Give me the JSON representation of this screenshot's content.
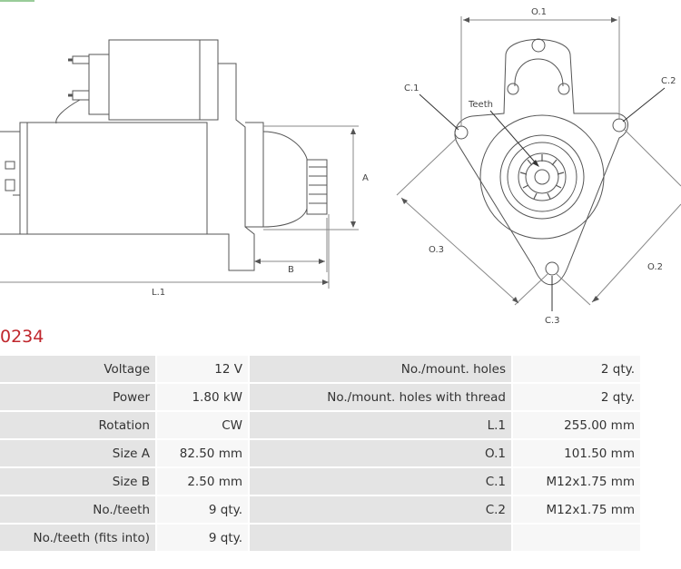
{
  "part_number": "0234",
  "drawing": {
    "labels": {
      "o1": "O.1",
      "o2": "O.2",
      "o3": "O.3",
      "c1": "C.1",
      "c2": "C.2",
      "c3": "C.3",
      "teeth": "Teeth",
      "a": "A",
      "b": "B",
      "l1": "L.1"
    }
  },
  "specs": [
    {
      "label": "Voltage",
      "value": "12 V",
      "label2": "No./mount. holes",
      "value2": "2 qty."
    },
    {
      "label": "Power",
      "value": "1.80 kW",
      "label2": "No./mount. holes with thread",
      "value2": "2 qty."
    },
    {
      "label": "Rotation",
      "value": "CW",
      "label2": "L.1",
      "value2": "255.00 mm"
    },
    {
      "label": "Size A",
      "value": "82.50 mm",
      "label2": "O.1",
      "value2": "101.50 mm"
    },
    {
      "label": "Size B",
      "value": "2.50 mm",
      "label2": "C.1",
      "value2": "M12x1.75 mm"
    },
    {
      "label": "No./teeth",
      "value": "9 qty.",
      "label2": "C.2",
      "value2": "M12x1.75 mm"
    },
    {
      "label": "No./teeth (fits into)",
      "value": "9 qty.",
      "label2": "",
      "value2": ""
    }
  ]
}
